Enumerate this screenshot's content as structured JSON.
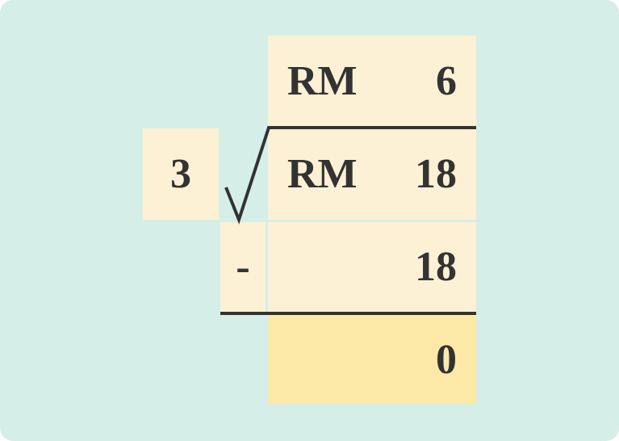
{
  "quotient": {
    "currency": "RM",
    "value": "6"
  },
  "divisor": "3",
  "dividend": {
    "currency": "RM",
    "value": "18"
  },
  "subtraction": {
    "sign": "-",
    "value": "18"
  },
  "remainder": "0",
  "colors": {
    "background": "#d6eee8",
    "cell": "#fcf1d4",
    "result": "#fce9a8",
    "ink": "#333333"
  }
}
